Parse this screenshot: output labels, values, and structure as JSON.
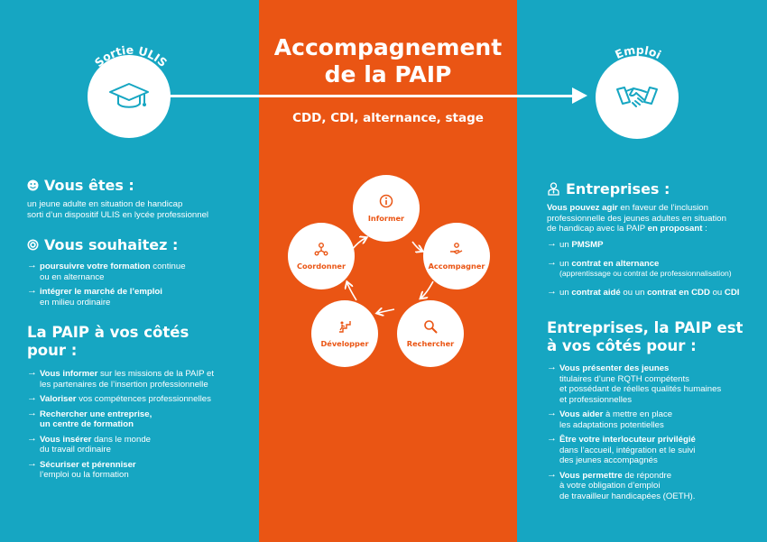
{
  "left": {
    "badge": "Sortie ULIS",
    "icon": "graduation-cap-icon",
    "vous_etes": {
      "title": "Vous êtes :",
      "text1": "un jeune adulte en situation de handicap",
      "text2": "sorti d’un dispositif ULIS en lycée professionnel"
    },
    "vous_souhaitez": {
      "title": "Vous souhaitez :",
      "items": [
        {
          "bold": "poursuivre votre formation",
          "rest": " continue",
          "line2": "ou en alternance"
        },
        {
          "bold": "intégrer le marché de l’emploi",
          "rest": "",
          "line2": "en milieu ordinaire"
        }
      ]
    },
    "paip": {
      "title1": "La PAIP à vos côtés",
      "title2": "pour :",
      "items": [
        {
          "bold": "Vous informer",
          "rest": " sur les missions de la PAIP et",
          "line2": "les partenaires de l’insertion professionnelle"
        },
        {
          "bold": "Valoriser",
          "rest": " vos compétences professionnelles",
          "line2": ""
        },
        {
          "bold": "Rechercher une entreprise,",
          "rest": "",
          "line2": "un centre de formation",
          "line2bold": true
        },
        {
          "bold": "Vous insérer",
          "rest": " dans le monde",
          "line2": "du travail ordinaire"
        },
        {
          "bold": "Sécuriser et pérenniser",
          "rest": "",
          "line2": "l’emploi ou la formation"
        }
      ]
    }
  },
  "middle": {
    "title1": "Accompagnement",
    "title2": "de la PAIP",
    "subtitle": "CDD, CDI, alternance, stage",
    "cycle": [
      {
        "label": "Informer",
        "icon": "info-icon"
      },
      {
        "label": "Accompagner",
        "icon": "hand-person-icon"
      },
      {
        "label": "Rechercher",
        "icon": "magnifier-icon"
      },
      {
        "label": "Développer",
        "icon": "climber-icon"
      },
      {
        "label": "Coordonner",
        "icon": "network-icon"
      }
    ]
  },
  "right": {
    "badge": "Emploi",
    "icon": "handshake-icon",
    "entreprises": {
      "title": "Entreprises :",
      "intro_bold": "Vous pouvez agir",
      "intro_rest": " en faveur de l’inclusion",
      "intro_line2": "professionnelle des jeunes adultes en situation",
      "intro_line3a": "de handicap avec la PAIP ",
      "intro_line3b": "en proposant",
      "intro_line3c": " :",
      "items": [
        {
          "pre": "un ",
          "bold": "PMSMP",
          "line2": ""
        },
        {
          "pre": "un ",
          "bold": "contrat en alternance",
          "line2": "(apprentissage ou contrat de professionnalisation)"
        },
        {
          "pre": "un ",
          "bold": "contrat aidé",
          "mid": " ou un ",
          "bold2": "contrat en CDD",
          "mid2": " ou ",
          "bold3": "CDI"
        }
      ]
    },
    "paip": {
      "title1": "Entreprises, la PAIP est",
      "title2": "à vos côtés pour :",
      "items": [
        {
          "bold": "Vous présenter des jeunes",
          "lines": [
            "titulaires d’une RQTH compétents",
            "et possédant de réelles qualités humaines",
            "et professionnelles"
          ]
        },
        {
          "bold": "Vous aider",
          "rest": " à mettre en place",
          "lines": [
            "les adaptations potentielles"
          ]
        },
        {
          "bold": "Être votre interlocuteur privilégié",
          "lines": [
            "dans l’accueil, intégration et le suivi",
            "des jeunes accompagnés"
          ]
        },
        {
          "bold": "Vous permettre",
          "rest": " de répondre",
          "lines": [
            "à votre obligation d’emploi",
            "de travailleur handicapées (OETH)."
          ]
        }
      ]
    }
  },
  "colors": {
    "teal": "#16a6c2",
    "orange": "#ea5514",
    "white": "#ffffff"
  }
}
